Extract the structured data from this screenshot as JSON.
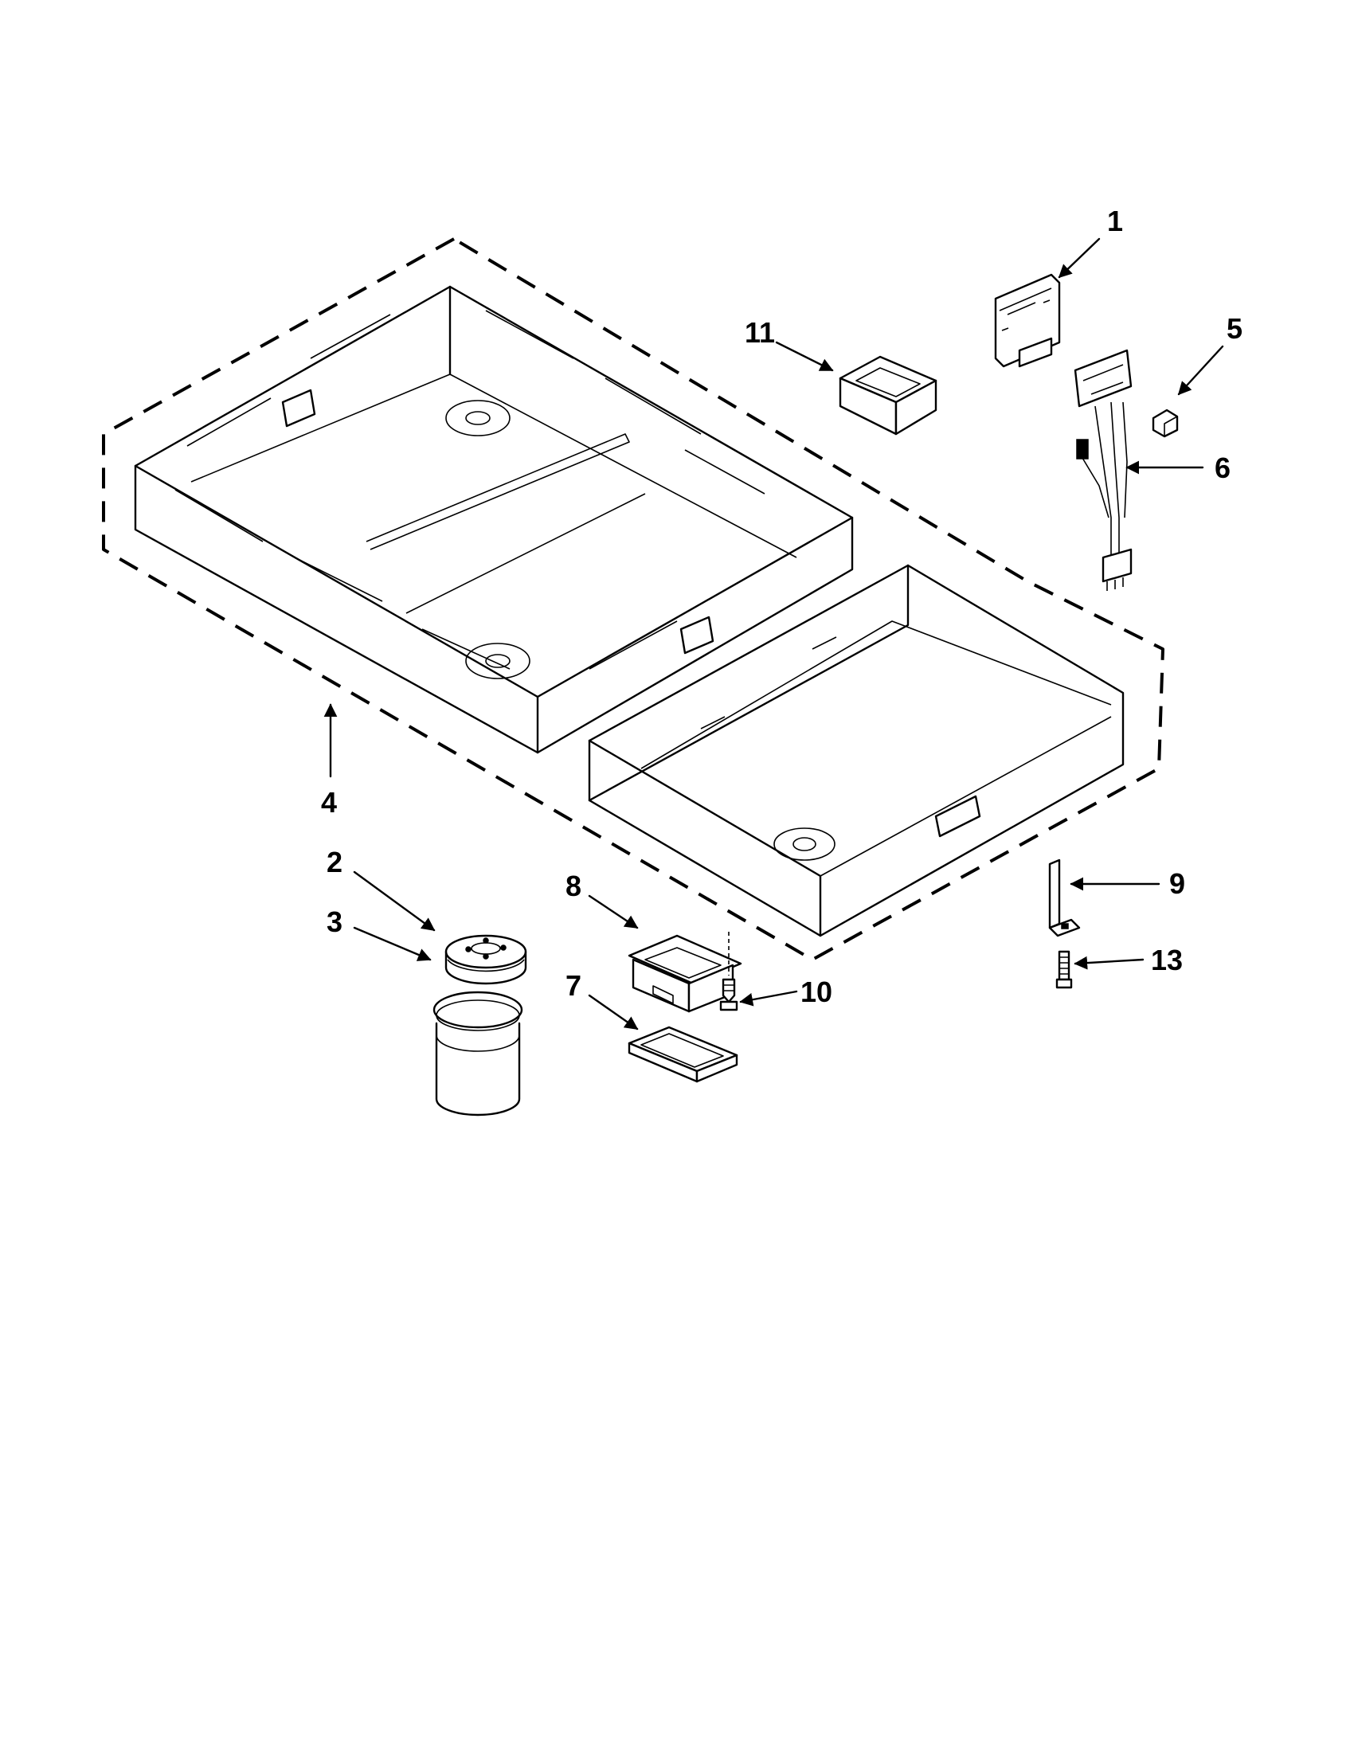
{
  "callouts": {
    "c1": "1",
    "c2": "2",
    "c3": "3",
    "c4": "4",
    "c5": "5",
    "c6": "6",
    "c7": "7",
    "c8": "8",
    "c9": "9",
    "c10": "10",
    "c11": "11",
    "c13": "13"
  }
}
